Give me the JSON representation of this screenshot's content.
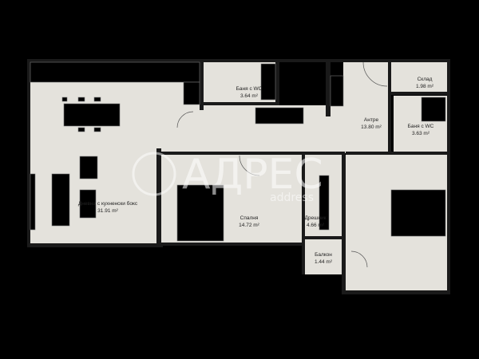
{
  "rooms": [
    {
      "name": "Дневна с кухненски бокс",
      "area": "31.91 m²"
    },
    {
      "name": "Баня с WC",
      "area": "3.64 m²"
    },
    {
      "name": "Антре",
      "area": "13.80 m²"
    },
    {
      "name": "Склад",
      "area": "1.98 m²"
    },
    {
      "name": "Баня с WC",
      "area": "3.63 m²"
    },
    {
      "name": "Спалня",
      "area": "14.72 m²"
    },
    {
      "name": "Дрешник",
      "area": "4.66 m²"
    },
    {
      "name": "Балкон",
      "area": "1.44 m²"
    }
  ],
  "watermark": {
    "main": "АДРЕС",
    "sub": "address"
  },
  "colors": {
    "background": "#000000",
    "floor": "#e4e2dc",
    "walls": "#1a1a1a"
  }
}
